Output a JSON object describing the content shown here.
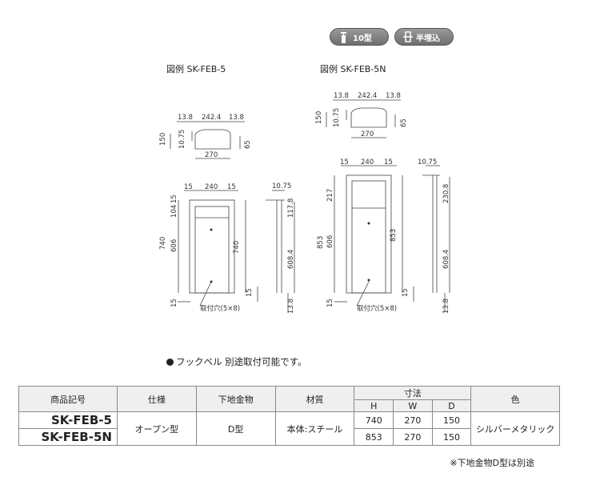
{
  "badges": [
    {
      "icon": "extinguisher-icon",
      "label": "10型"
    },
    {
      "icon": "semi-recessed-icon",
      "label": "半埋込"
    }
  ],
  "figures": {
    "left": {
      "caption": "図例 SK-FEB-5"
    },
    "right": {
      "caption": "図例 SK-FEB-5N"
    }
  },
  "dims": {
    "left": {
      "top_a": "13.8",
      "top_b": "242.4",
      "top_c": "13.8",
      "top_d": "150",
      "top_e": "10.75",
      "top_f": "65",
      "top_w": "270",
      "front_a": "15",
      "front_b": "240",
      "front_c": "15",
      "front_h1": "15",
      "front_h2": "104",
      "front_h3": "740",
      "front_h4": "606",
      "front_h5": "15",
      "side_h": "740",
      "side_a": "10.75",
      "side_b": "117.8",
      "side_c": "608.4",
      "side_d": "15",
      "side_e": "13.8",
      "hole": "取付穴(5×8)"
    },
    "right": {
      "top_a": "13.8",
      "top_b": "242.4",
      "top_c": "13.8",
      "top_d": "150",
      "top_e": "10.75",
      "top_f": "65",
      "top_w": "270",
      "front_a": "15",
      "front_b": "240",
      "front_c": "15",
      "front_h1": "217",
      "front_h2": "853",
      "front_h3": "606",
      "front_h4": "15",
      "side_h": "853",
      "side_a": "10.75",
      "side_b": "230.8",
      "side_c": "608.4",
      "side_d": "15",
      "side_e": "13.8",
      "hole": "取付穴(5×8)"
    }
  },
  "note": "フックベル 別途取付可能です。",
  "table": {
    "headers": {
      "model": "商品記号",
      "spec": "仕様",
      "base": "下地金物",
      "material": "材質",
      "size": "寸法",
      "h": "H",
      "w": "W",
      "d": "D",
      "color": "色"
    },
    "rows": [
      {
        "model": "SK-FEB-5",
        "h": "740",
        "w": "270",
        "d": "150"
      },
      {
        "model": "SK-FEB-5N",
        "h": "853",
        "w": "270",
        "d": "150"
      }
    ],
    "spec": "オープン型",
    "base": "D型",
    "material": "本体:スチール",
    "color": "シルバーメタリック"
  },
  "footnote": "※下地金物D型は別途"
}
